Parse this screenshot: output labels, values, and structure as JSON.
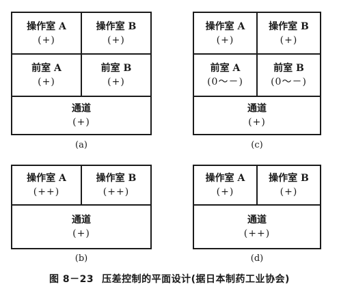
{
  "diagrams": [
    {
      "label": "(a)",
      "rows": [
        [
          {
            "name": "操作室 A",
            "pressure": "(+)"
          },
          {
            "name": "操作室 B",
            "pressure": "(+)"
          }
        ],
        [
          {
            "name": "前室 A",
            "pressure": "(+)"
          },
          {
            "name": "前室 B",
            "pressure": "(+)"
          }
        ],
        [
          {
            "name": "通道",
            "pressure": "(+)"
          }
        ]
      ]
    },
    {
      "label": "(c)",
      "rows": [
        [
          {
            "name": "操作室 A",
            "pressure": "(+)"
          },
          {
            "name": "操作室 B",
            "pressure": "(+)"
          }
        ],
        [
          {
            "name": "前室 A",
            "pressure": "(0～－)"
          },
          {
            "name": "前室 B",
            "pressure": "(0～－)"
          }
        ],
        [
          {
            "name": "通道",
            "pressure": "(+)"
          }
        ]
      ]
    },
    {
      "label": "(b)",
      "rows": [
        [
          {
            "name": "操作室 A",
            "pressure": "(++)"
          },
          {
            "name": "操作室 B",
            "pressure": "(++)"
          }
        ],
        [
          {
            "name": "通道",
            "pressure": "(+)"
          }
        ]
      ]
    },
    {
      "label": "(d)",
      "rows": [
        [
          {
            "name": "操作室 A",
            "pressure": "(+)"
          },
          {
            "name": "操作室 B",
            "pressure": "(+)"
          }
        ],
        [
          {
            "name": "通道",
            "pressure": "(++)"
          }
        ]
      ]
    }
  ],
  "caption": {
    "number": "图 8－23",
    "text": "压差控制的平面设计(据日本制药工业协会)"
  }
}
